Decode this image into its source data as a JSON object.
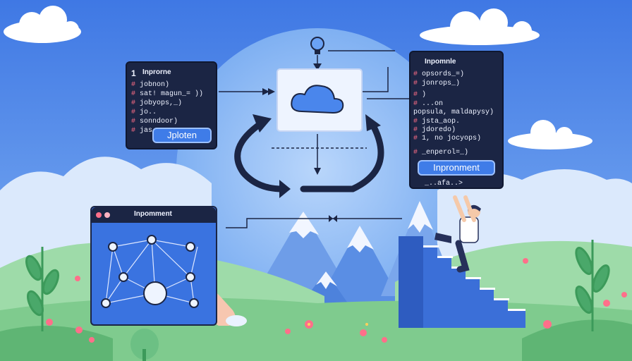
{
  "left_panel": {
    "number": "1",
    "title": "Inprorne",
    "lines": [
      "jobnon)",
      "sat!  magun_= ))",
      "jobyops,_)",
      "jo..",
      "sonndoor)",
      "jas.."
    ],
    "button": "Jploten"
  },
  "right_panel": {
    "title": "Inpomnle",
    "lines": [
      "opsords_=)",
      "jonrops_)",
      ")",
      "...on",
      "popsula, maldapysy)",
      "jsta_aop.",
      "jdoredo)",
      "1, no jocyops)",
      "_enperol=_)"
    ],
    "button": "Inpronment",
    "footer": "_..afa..>"
  },
  "bottom_window": {
    "title": "Inpomment"
  },
  "colors": {
    "sky": "#4f86e6",
    "panel_dark": "#1b2544",
    "accent_blue": "#3f7ce8",
    "hill_green": "#8fd39c",
    "cloud": "#ffffff"
  },
  "icons": [
    "cloud-icon",
    "lightbulb-icon",
    "cycle-arrows-icon",
    "hand-cursor-icon",
    "person-climbing-icon",
    "stairs-icon"
  ]
}
